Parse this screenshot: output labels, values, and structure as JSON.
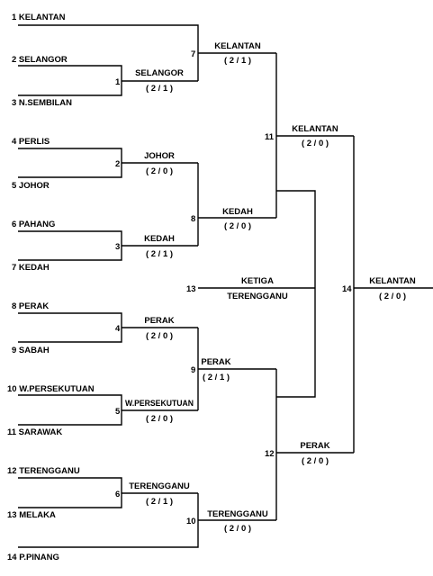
{
  "teams": [
    "1 KELANTAN",
    "2 SELANGOR",
    "3 N.SEMBILAN",
    "4 PERLIS",
    "5 JOHOR",
    "6 PAHANG",
    "7 KEDAH",
    "8 PERAK",
    "9 SABAH",
    "10 W.PERSEKUTUAN",
    "11 SARAWAK",
    "12 TERENGGANU",
    "13 MELAKA",
    "14 P.PINANG"
  ],
  "matches": [
    {
      "no": "1",
      "winner": "SELANGOR",
      "score": "( 2 / 1 )"
    },
    {
      "no": "2",
      "winner": "JOHOR",
      "score": "( 2 / 0 )"
    },
    {
      "no": "3",
      "winner": "KEDAH",
      "score": "( 2 / 1 )"
    },
    {
      "no": "4",
      "winner": "PERAK",
      "score": "( 2 / 0 )"
    },
    {
      "no": "5",
      "winner": "W.PERSEKUTUAN",
      "score": "( 2 / 0 )"
    },
    {
      "no": "6",
      "winner": "TERENGGANU",
      "score": "( 2 / 1 )"
    },
    {
      "no": "7",
      "winner": "KELANTAN",
      "score": "( 2 / 1 )"
    },
    {
      "no": "8",
      "winner": "KEDAH",
      "score": "( 2 / 0 )"
    },
    {
      "no": "9",
      "winner": "PERAK",
      "score": "( 2 / 1 )"
    },
    {
      "no": "10",
      "winner": "TERENGGANU",
      "score": "( 2 / 0 )"
    },
    {
      "no": "11",
      "winner": "KELANTAN",
      "score": "( 2 / 0 )"
    },
    {
      "no": "12",
      "winner": "PERAK",
      "score": "( 2 / 0 )"
    },
    {
      "no": "14",
      "winner": "KELANTAN",
      "score": "( 2 / 0 )"
    }
  ],
  "third_place": {
    "no": "13",
    "label": "KETIGA",
    "winner": "TERENGGANU"
  }
}
